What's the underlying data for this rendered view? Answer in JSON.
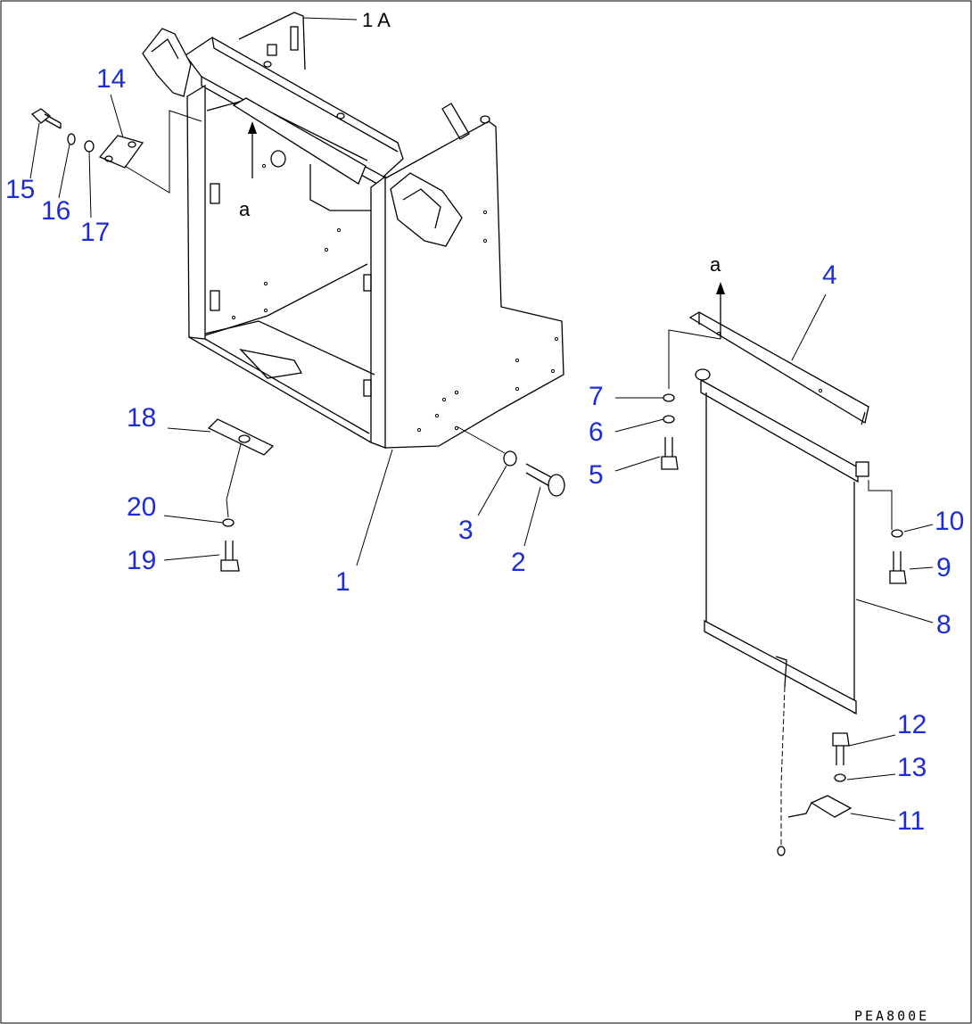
{
  "diagram": {
    "drawing_code": "PEA800E",
    "arrow_label": "a",
    "sub_label": "1 A",
    "callouts": [
      "1",
      "2",
      "3",
      "4",
      "5",
      "6",
      "7",
      "8",
      "9",
      "10",
      "11",
      "12",
      "13",
      "14",
      "15",
      "16",
      "17",
      "18",
      "19",
      "20"
    ],
    "colors": {
      "callout": "#1d2dd6",
      "line": "#000000",
      "background": "#ffffff"
    }
  }
}
